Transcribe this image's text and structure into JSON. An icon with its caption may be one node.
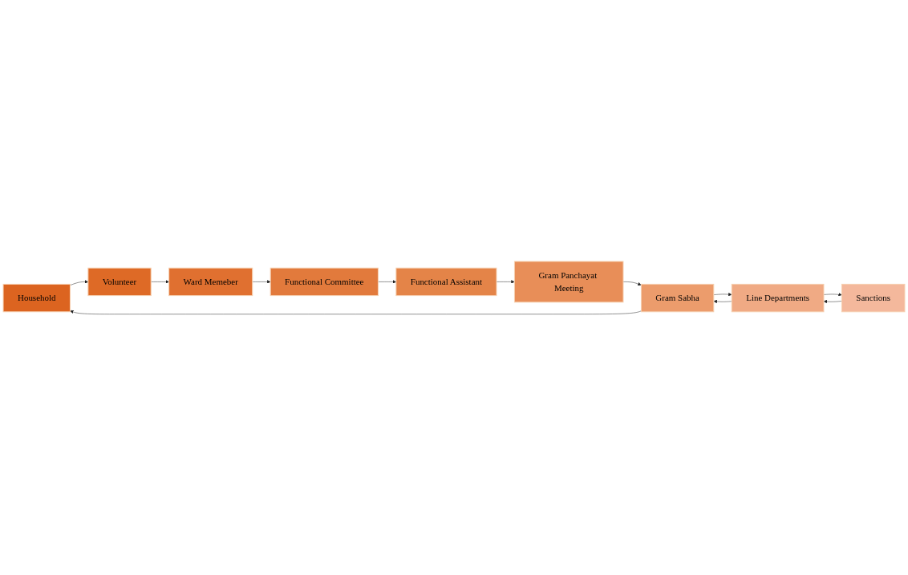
{
  "diagram": {
    "nodes": [
      {
        "text": [
          "Household"
        ]
      },
      {
        "text": [
          "Volunteer"
        ]
      },
      {
        "text": [
          "Ward Memeber"
        ]
      },
      {
        "text": [
          "Functional Committee"
        ]
      },
      {
        "text": [
          "Functional Assistant"
        ]
      },
      {
        "text": [
          "Gram Panchayat Meeting"
        ]
      },
      {
        "text": [
          "Gram Sabha"
        ]
      },
      {
        "text": [
          "Line Departments"
        ]
      },
      {
        "text": [
          "Sanctions"
        ]
      }
    ],
    "edges": [
      {
        "from": 0,
        "to": 1,
        "arrow": "to"
      },
      {
        "from": 1,
        "to": 2,
        "arrow": "to"
      },
      {
        "from": 2,
        "to": 3,
        "arrow": "to"
      },
      {
        "from": 3,
        "to": 4,
        "arrow": "to"
      },
      {
        "from": 4,
        "to": 5,
        "arrow": "to"
      },
      {
        "from": 5,
        "to": 6,
        "arrow": "to"
      },
      {
        "from": 6,
        "to": 7,
        "arrow": "to"
      },
      {
        "from": 7,
        "to": 8,
        "arrow": "to"
      },
      {
        "from": 8,
        "to": 7,
        "arrow": "to"
      },
      {
        "from": 7,
        "to": 6,
        "arrow": "to"
      },
      {
        "from": 6,
        "to": 0,
        "arrow": "to"
      }
    ]
  }
}
